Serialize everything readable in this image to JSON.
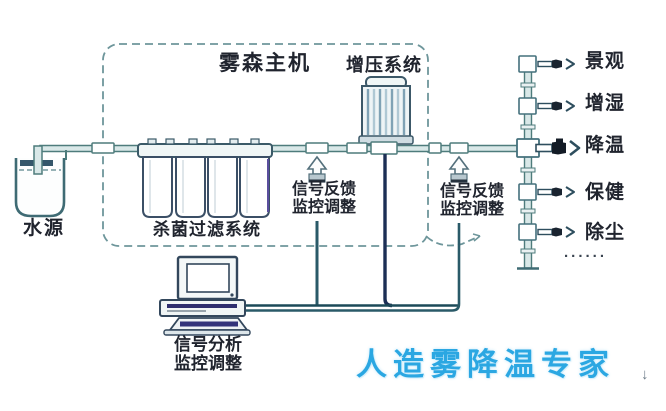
{
  "labels": {
    "main_unit": "雾森主机",
    "pressure_system": "增压系统",
    "filter_system": "杀菌过滤系统",
    "water_source": "水源",
    "feedback_line1": "信号反馈",
    "feedback_line2": "监控调整",
    "analysis_line1": "信号分析",
    "analysis_line2": "监控调整",
    "ellipsis": "......",
    "watermark": "人造雾降温专家",
    "scroll_hint": "↓"
  },
  "outlets": [
    {
      "label": "景观"
    },
    {
      "label": "增湿"
    },
    {
      "label": "降温"
    },
    {
      "label": "保健"
    },
    {
      "label": "除尘"
    }
  ],
  "colors": {
    "watermark_blue": "#2BA7E2",
    "pipe_fill": "#D9E8E8",
    "pipe_stroke": "#4E7C7C",
    "signal_line_dark": "#1C2F55",
    "signal_line_teal": "#2A5A68",
    "dashed_border": "#6E969B",
    "label_text": "#20242E",
    "nozzle_black": "#1A2430"
  }
}
